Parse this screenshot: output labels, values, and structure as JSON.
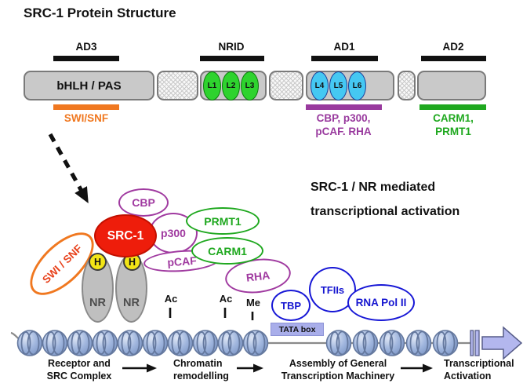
{
  "header": {
    "title": "SRC-1 Protein Structure"
  },
  "domain_map": {
    "domains": [
      {
        "label": "AD3"
      },
      {
        "label": "NRID"
      },
      {
        "label": "AD1"
      },
      {
        "label": "AD2"
      }
    ],
    "bhlh_label": "bHLH / PAS",
    "nrid_motifs": [
      "L1",
      "L2",
      "L3"
    ],
    "ad1_motifs": [
      "L4",
      "L5",
      "L6"
    ],
    "swi_snf_label": "SWI/SNF",
    "ad1_partners": {
      "line1": "CBP, p300,",
      "line2": "pCAF. RHA"
    },
    "ad2_partners": {
      "line1": "CARM1,",
      "line2": "PRMT1"
    }
  },
  "complex": {
    "heading": {
      "line1": "SRC-1 / NR mediated",
      "line2": "transcriptional activation"
    },
    "swi_snf": "SWI / SNF",
    "src1": "SRC-1",
    "cbp": "CBP",
    "p300": "p300",
    "prmt1": "PRMT1",
    "carm1": "CARM1",
    "pcaf": "pCAF",
    "rha": "RHA",
    "nr": "NR",
    "h": "H",
    "tbp": "TBP",
    "tfiis": "TFIIs",
    "rna_pol_ii": "RNA Pol II",
    "tata_box": "TATA box",
    "marks": [
      "Ac",
      "Ac",
      "Me"
    ]
  },
  "process_steps": [
    {
      "line1": "Receptor and",
      "line2": "SRC Complex"
    },
    {
      "line1": "Chromatin",
      "line2": "remodelling"
    },
    {
      "line1": "Assembly of General",
      "line2": "Transcription Machinery"
    },
    {
      "line1": "Transcriptional",
      "line2": "Activation"
    }
  ],
  "colors": {
    "orange": "#f07820",
    "orange_text": "#e8421c",
    "purple": "#993a9e",
    "green": "#1fa81f",
    "blue": "#1717d6",
    "red": "#ee1d0b",
    "tata_fill": "#a9aeea",
    "nucleosome": "#8aa3d0",
    "domain_bar": "#111111"
  }
}
